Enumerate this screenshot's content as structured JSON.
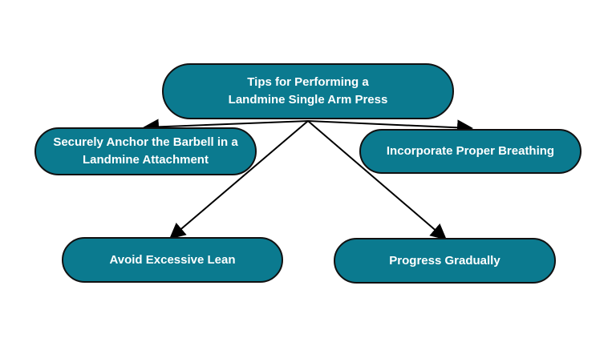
{
  "colors": {
    "node_fill": "#0b7a8f",
    "node_border": "#111111",
    "text": "#ffffff",
    "line": "#000000",
    "background": "#ffffff"
  },
  "diagram": {
    "root": {
      "label": "Tips for Performing a\nLandmine Single Arm Press"
    },
    "children": [
      {
        "label": "Securely Anchor the Barbell in a\nLandmine Attachment"
      },
      {
        "label": "Incorporate Proper Breathing"
      },
      {
        "label": "Avoid Excessive Lean"
      },
      {
        "label": "Progress Gradually"
      }
    ]
  }
}
